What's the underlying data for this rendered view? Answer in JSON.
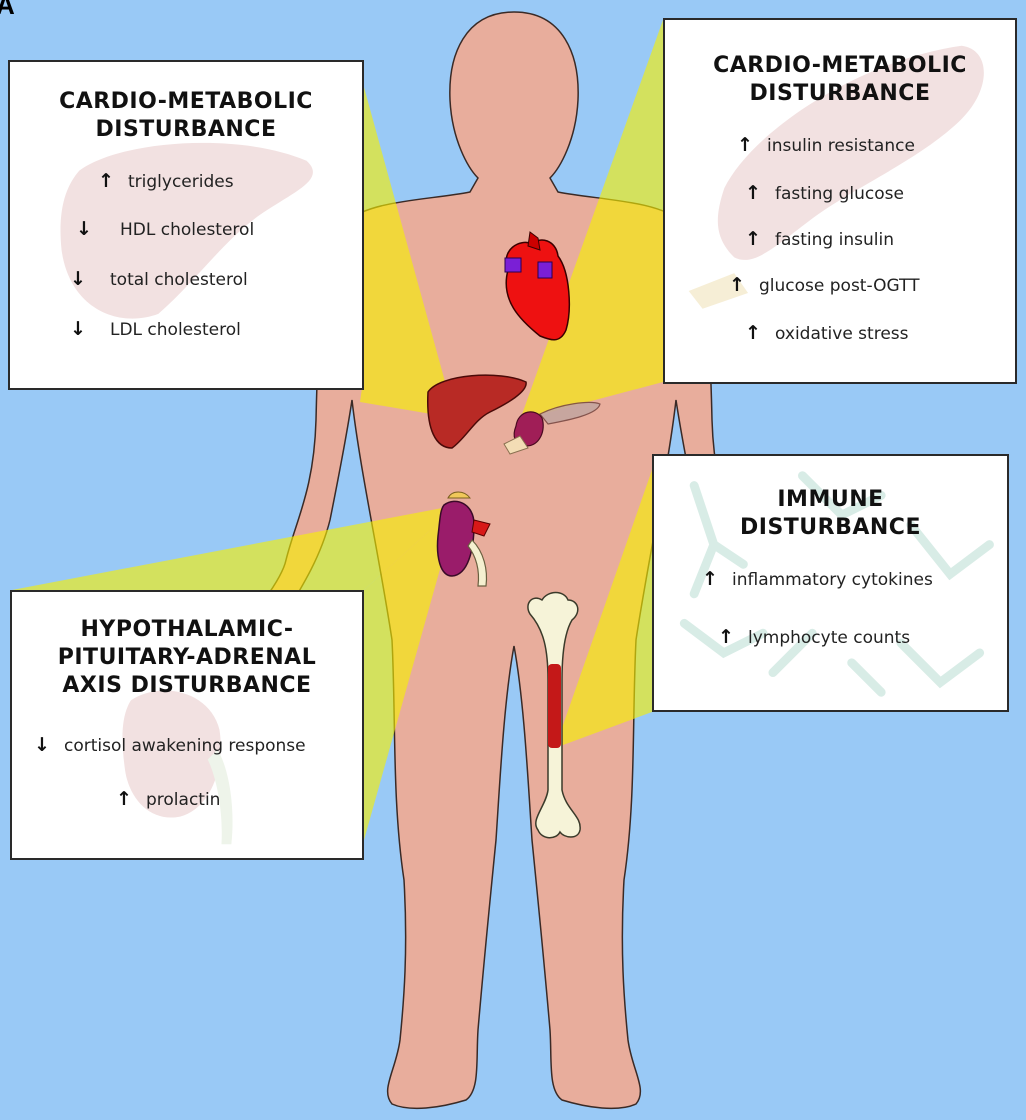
{
  "panel_letter": "A",
  "colors": {
    "background": "#99c9f6",
    "body": "#e8ad9c",
    "highlight": "#f7f000",
    "heart": "#ee1111",
    "heart_vessels": "#7a1fd6",
    "liver": "#b82a25",
    "kidney": "#9a1c6a",
    "bone": "#f6f3d8"
  },
  "boxes": {
    "liver_box": {
      "title": "CARDIO-METABOLIC DISTURBANCE",
      "items": [
        {
          "arrow": "↑",
          "text": "triglycerides"
        },
        {
          "arrow": "↓",
          "text": "HDL cholesterol"
        },
        {
          "arrow": "↓",
          "text": "total cholesterol"
        },
        {
          "arrow": "↓",
          "text": "LDL cholesterol"
        }
      ]
    },
    "pancreas_box": {
      "title": "CARDIO-METABOLIC DISTURBANCE",
      "items": [
        {
          "arrow": "↑",
          "text": "insulin resistance"
        },
        {
          "arrow": "↑",
          "text": "fasting glucose"
        },
        {
          "arrow": "↑",
          "text": "fasting insulin"
        },
        {
          "arrow": "↑",
          "text": "glucose post-OGTT"
        },
        {
          "arrow": "↑",
          "text": "oxidative stress"
        }
      ]
    },
    "immune_box": {
      "title": "IMMUNE DISTURBANCE",
      "items": [
        {
          "arrow": "↑",
          "text": "inflammatory cytokines"
        },
        {
          "arrow": "↑",
          "text": "lymphocyte counts"
        }
      ]
    },
    "hpa_box": {
      "title": "HYPOTHALAMIC-PITUITARY-ADRENAL AXIS DISTURBANCE",
      "items": [
        {
          "arrow": "↓",
          "text": "cortisol awakening response"
        },
        {
          "arrow": "↑",
          "text": "prolactin"
        }
      ]
    }
  }
}
